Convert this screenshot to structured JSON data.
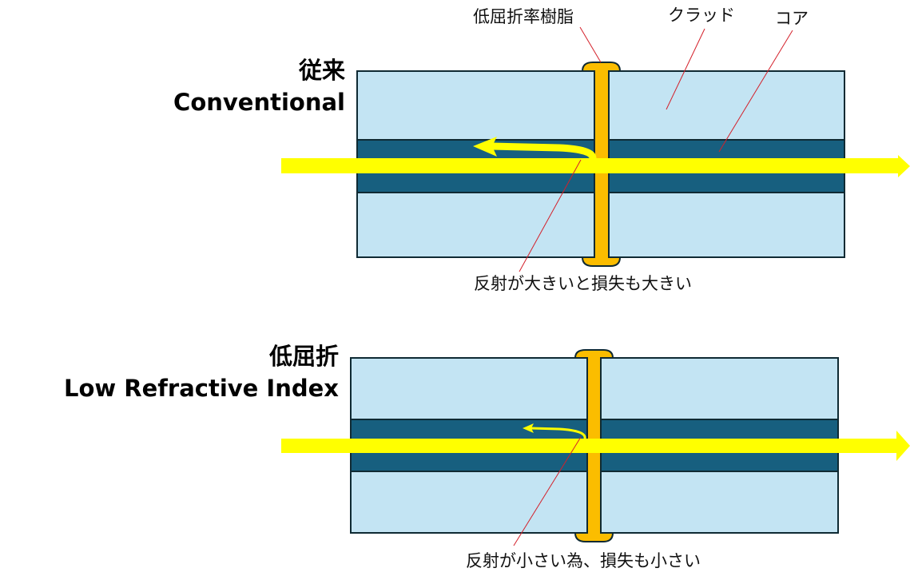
{
  "labels": {
    "resin": "低屈折率樹脂",
    "cladding": "クラッド",
    "core": "コア"
  },
  "conventional": {
    "title_jp": "従来",
    "title_en": "Conventional",
    "caption": "反射が大きいと損失も大きい"
  },
  "low_refractive": {
    "title_jp": "低屈折",
    "title_en": "Low Refractive Index",
    "caption": "反射が小さい為、損失も小さい"
  },
  "colors": {
    "cladding": "#c3e4f3",
    "core": "#175f7f",
    "resin": "#fbbd00",
    "light": "#ffff00",
    "leader": "#d4202a"
  }
}
